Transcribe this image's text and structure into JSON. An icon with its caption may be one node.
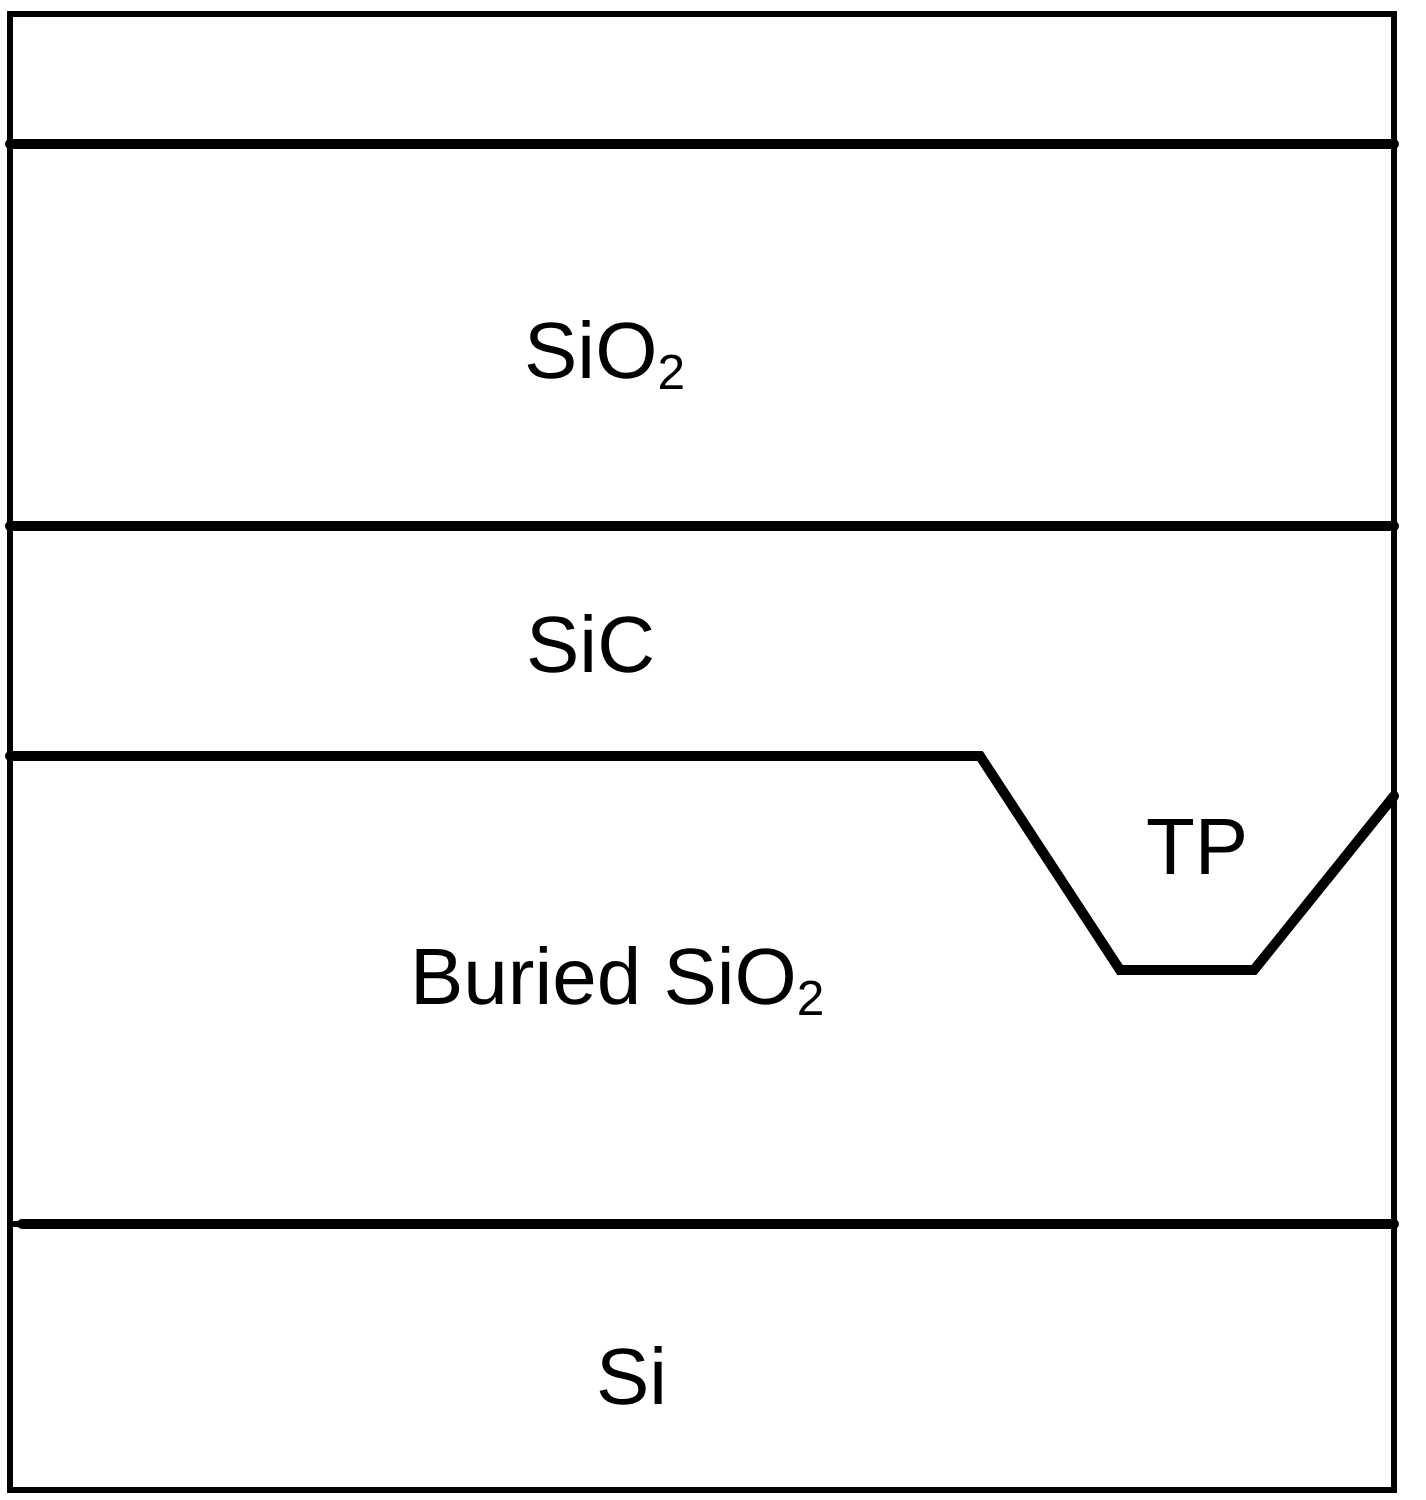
{
  "diagram": {
    "nodes": [
      {
        "text": [],
        "shape": "box"
      },
      {
        "text": [
          "SiO$_{2}$"
        ]
      },
      {
        "text": [
          "SiC"
        ]
      },
      {
        "text": [
          "Buried SiO$_{2}$"
        ]
      },
      {
        "text": [
          "Si"
        ]
      }
    ],
    "labels": [
      "TP"
    ]
  }
}
